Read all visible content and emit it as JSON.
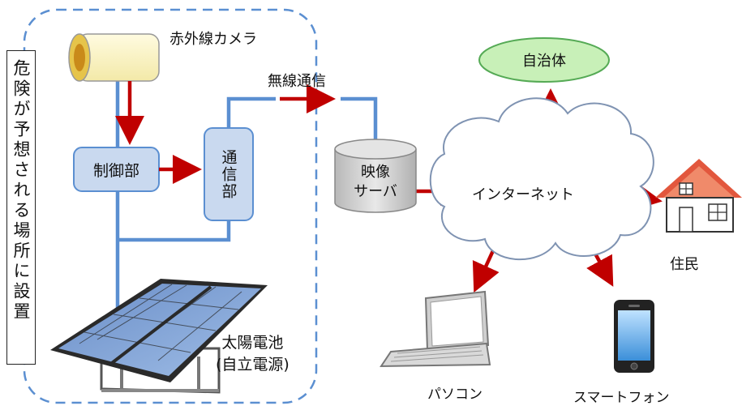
{
  "vertical_label": "危険が予想される場所に設置",
  "labels": {
    "camera": "赤外線カメラ",
    "wireless": "無線通信",
    "controller": "制御部",
    "comm_unit": "通信部",
    "video_server_line1": "映像",
    "video_server_line2": "サーバ",
    "municipality": "自治体",
    "internet": "インターネット",
    "residents": "住民",
    "solar_line1": "太陽電池",
    "solar_line2": "(自立電源)",
    "pc": "パソコン",
    "smartphone": "スマートフォン"
  },
  "colors": {
    "wire": "#5b8fd1",
    "arrow": "#c00000",
    "dashed_border": "#5b8fd1",
    "box_fill": "#c9d9ef",
    "ellipse_fill": "#c8f0b8",
    "ellipse_stroke": "#55aa55",
    "house_roof": "#e2573d"
  }
}
